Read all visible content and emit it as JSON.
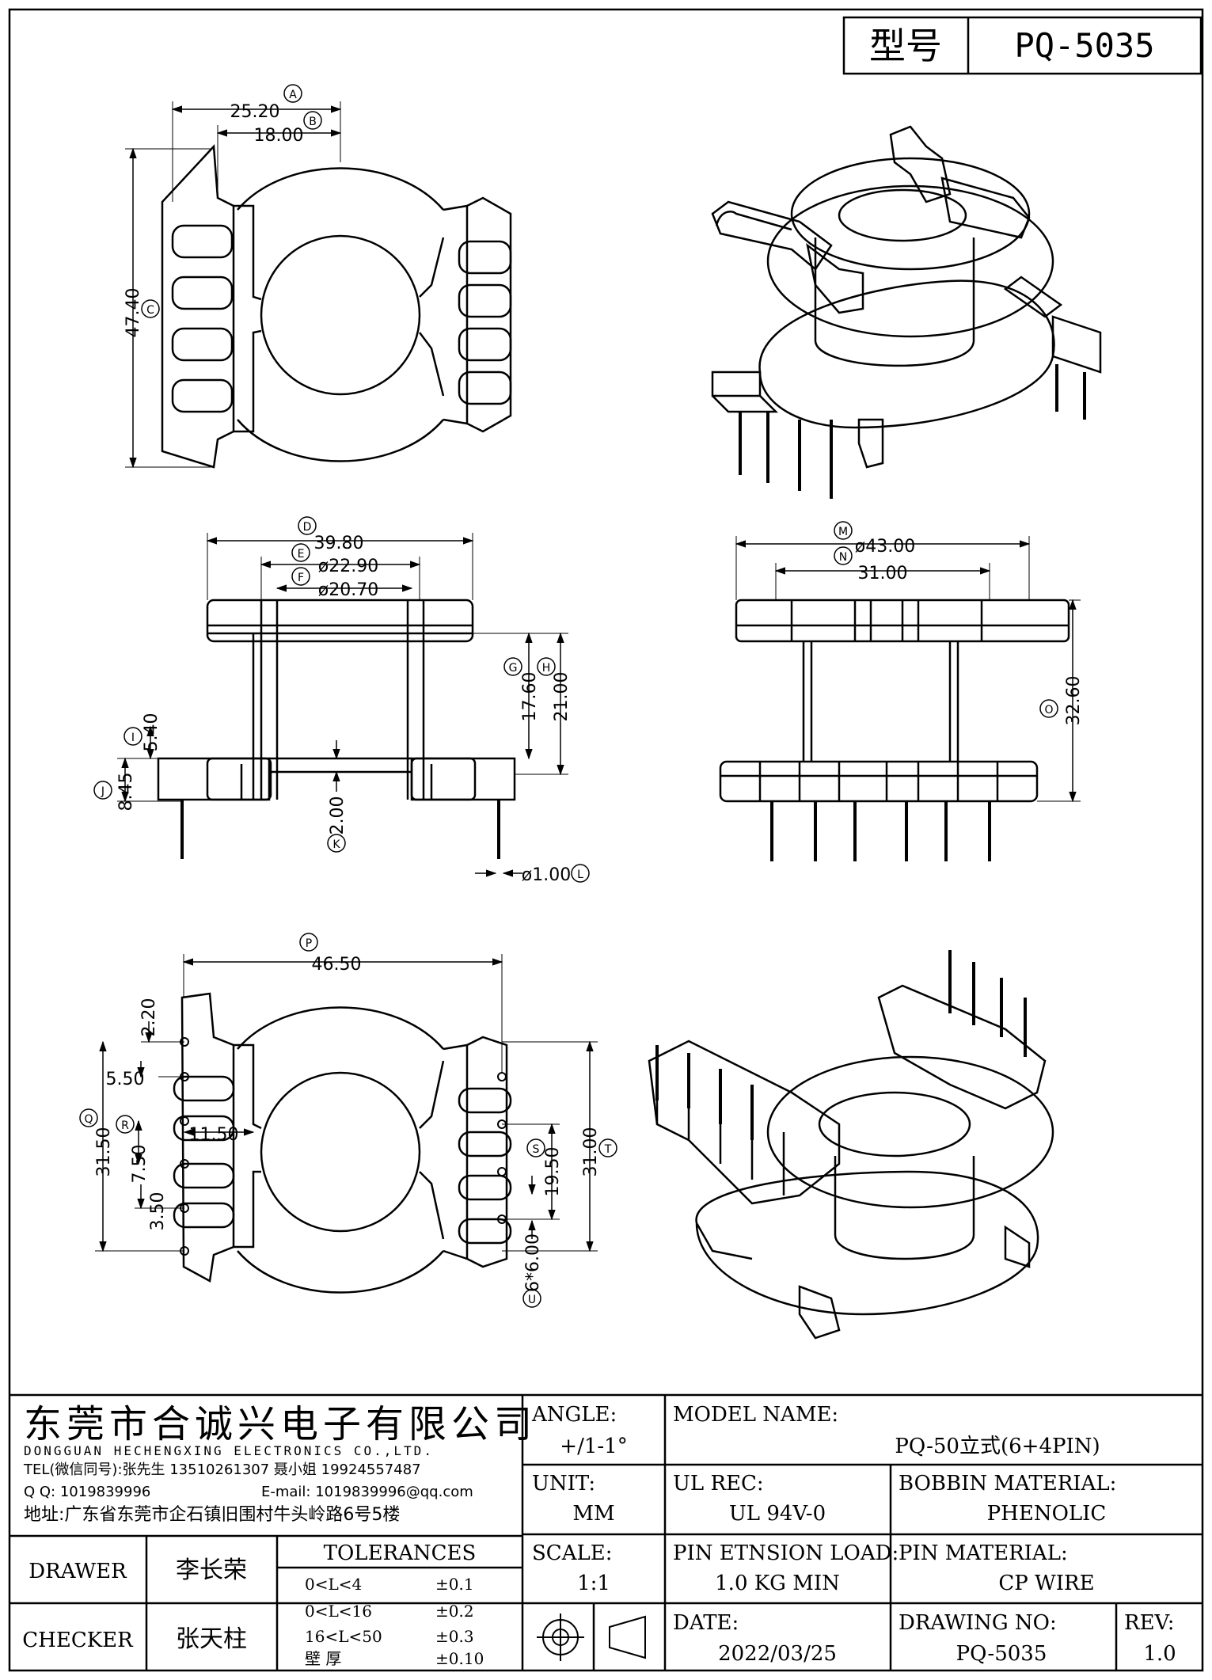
{
  "header": {
    "type_label": "型号",
    "model_code": "PQ-5035"
  },
  "dims": {
    "top": {
      "a": "25.20",
      "b": "18.00",
      "c": "47.40",
      "la": "A",
      "lb": "B",
      "lc": "C"
    },
    "front": {
      "d": "39.80",
      "e": "ø22.90",
      "f": "ø20.70",
      "g": "17.60",
      "h": "21.00",
      "i": "5.40",
      "j": "8.45",
      "k": "2.00",
      "l": "ø1.00",
      "ld": "D",
      "le": "E",
      "lf": "F",
      "lg": "G",
      "lh": "H",
      "li": "I",
      "lj": "J",
      "lk": "K",
      "ll": "L"
    },
    "side": {
      "m": "ø43.00",
      "n": "31.00",
      "o": "32.60",
      "lm": "M",
      "ln": "N",
      "lo": "O"
    },
    "bottom": {
      "p": "46.50",
      "t220": "2.20",
      "t550": "5.50",
      "q": "31.50",
      "r": "7.50",
      "r2": "11.50",
      "t350": "3.50",
      "s": "19.50",
      "t": "31.00",
      "u": "6*6.00",
      "lp": "P",
      "lq": "Q",
      "lr": "R",
      "ls": "S",
      "lt": "T",
      "lu": "U"
    }
  },
  "company": {
    "name_cn": "东莞市合诚兴电子有限公司",
    "name_en": "DONGGUAN HECHENGXING ELECTRONICS CO.,LTD.",
    "tel": "TEL(微信同号):张先生 13510261307 聂小姐 19924557487",
    "qq": "Q Q: 1019839996",
    "email": "E-mail: 1019839996@qq.com",
    "address": "地址:广东省东莞市企石镇旧围村牛头岭路6号5楼"
  },
  "title_block": {
    "angle_label": "ANGLE:",
    "angle_value": "+/1-1°",
    "unit_label": "UNIT:",
    "unit_value": "MM",
    "scale_label": "SCALE:",
    "scale_value": "1:1",
    "model_label": "MODEL NAME:",
    "model_value": "PQ-50立式(6+4PIN)",
    "ul_label": "UL REC:",
    "ul_value": "UL 94V-0",
    "bobbin_label": "BOBBIN MATERIAL:",
    "bobbin_value": "PHENOLIC",
    "pin_tension_label": "PIN ETNSION LOAD:",
    "pin_tension_value": "1.0 KG MIN",
    "pin_material_label": "PIN MATERIAL:",
    "pin_material_value": "CP WIRE",
    "date_label": "DATE:",
    "date_value": "2022/03/25",
    "drawing_no_label": "DRAWING NO:",
    "drawing_no_value": "PQ-5035",
    "rev_label": "REV:",
    "rev_value": "1.0",
    "drawer_label": "DRAWER",
    "drawer_name": "李长荣",
    "checker_label": "CHECKER",
    "checker_name": "张天柱",
    "tolerances_title": "TOLERANCES",
    "tolerances": [
      {
        "range": "0<L<4",
        "value": "±0.1"
      },
      {
        "range": "0<L<16",
        "value": "±0.2"
      },
      {
        "range": "16<L<50",
        "value": "±0.3"
      },
      {
        "range": "壁   厚",
        "value": "±0.10"
      }
    ]
  }
}
